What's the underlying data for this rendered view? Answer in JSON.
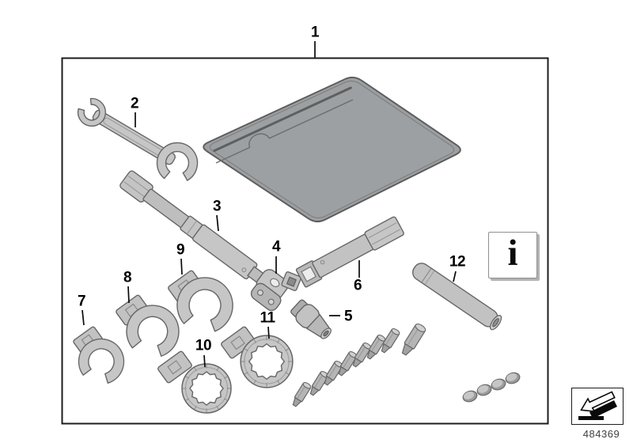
{
  "callouts": [
    "1",
    "2",
    "3",
    "4",
    "5",
    "6",
    "7",
    "8",
    "9",
    "10",
    "11",
    "12"
  ],
  "info_box": {
    "symbol": "i"
  },
  "footer": {
    "part_number": "484369"
  },
  "colors": {
    "frame_stroke": "#1c1c1c",
    "tool_fill": "#c4c4c4",
    "tool_outline": "#666666",
    "pouch_fill": "#9da0a2",
    "part_number_text": "#3f3f3f"
  }
}
